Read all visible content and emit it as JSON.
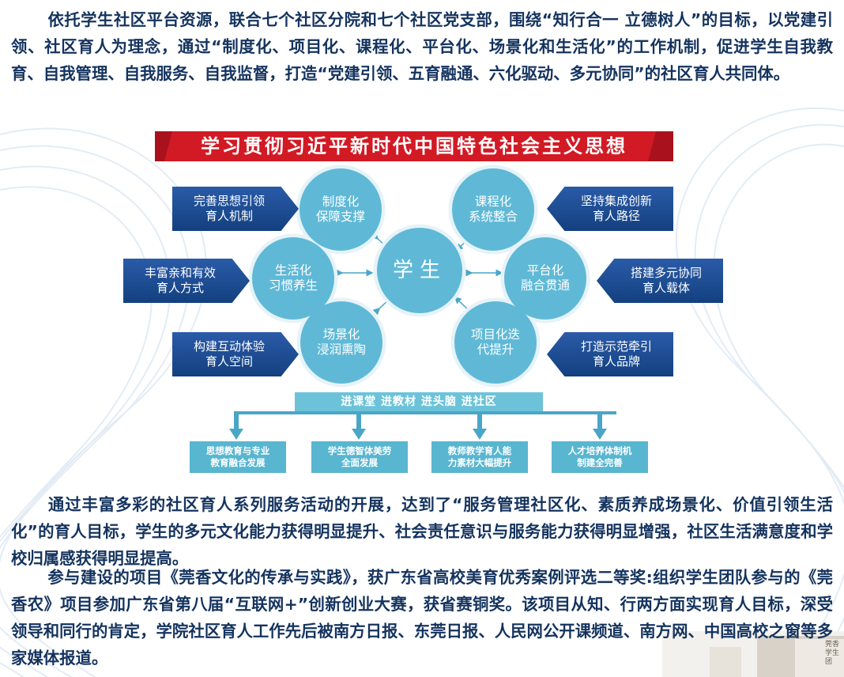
{
  "paragraph1": "依托学生社区平台资源，联合七个社区分院和七个社区党支部，围绕“知行合一  立德树人”的目标，以党建引领、社区育人为理念，通过“制度化、项目化、课程化、平台化、场景化和生活化”的工作机制，促进学生自我教育、自我管理、自我服务、自我监督，打造“党建引领、五育融通、六化驱动、多元协同”的社区育人共同体。",
  "diagram": {
    "banner": "学习贯彻习近平新时代中国特色社会主义思想",
    "center": "学生",
    "circles": [
      {
        "line1": "制度化",
        "line2": "保障支撑"
      },
      {
        "line1": "课程化",
        "line2": "系统整合"
      },
      {
        "line1": "平台化",
        "line2": "融合贯通"
      },
      {
        "line1": "项目化迭",
        "line2": "代提升"
      },
      {
        "line1": "场景化",
        "line2": "浸润熏陶"
      },
      {
        "line1": "生活化",
        "line2": "习惯养生"
      }
    ],
    "arrows": [
      {
        "line1": "完善思想引领",
        "line2": "育人机制"
      },
      {
        "line1": "坚持集成创新",
        "line2": "育人路径"
      },
      {
        "line1": "丰富亲和有效",
        "line2": "育人方式"
      },
      {
        "line1": "搭建多元协同",
        "line2": "育人载体"
      },
      {
        "line1": "构建互动体验",
        "line2": "育人空间"
      },
      {
        "line1": "打造示范牵引",
        "line2": "育人品牌"
      }
    ],
    "bar": "进课堂 进教材 进头脑 进社区",
    "results": [
      {
        "line1": "思想教育与专业",
        "line2": "教育融合发展"
      },
      {
        "line1": "学生德智体美劳",
        "line2": "全面发展"
      },
      {
        "line1": "教师教学育人能",
        "line2": "力素材大幅提升"
      },
      {
        "line1": "人才培养体制机",
        "line2": "制建全完善"
      }
    ],
    "colors": {
      "banner_red": "#d21a25",
      "circle_cyan": "#5fb9d6",
      "arrow_navy": "#1d4b92",
      "text_navy": "#14335e"
    }
  },
  "paragraph2": "通过丰富多彩的社区育人系列服务活动的开展，达到了“服务管理社区化、素质养成场景化、价值引领生活化”的育人目标，学生的多元文化能力获得明显提升、社会责任意识与服务能力获得明显增强，社区生活满意度和学校归属感获得明显提高。",
  "paragraph3": "参与建设的项目《莞香文化的传承与实践》，获广东省高校美育优秀案例评选二等奖:组织学生团队参与的《莞香农》项目参加广东省第八届“互联网+”创新创业大赛，获省赛铜奖。该项目从知、行两方面实现育人目标，深受领导和同行的肯定，学院社区育人工作先后被南方日报、东莞日报、人民网公开课频道、南方网、中国高校之窗等多家媒体报道。",
  "corner_photo_text": {
    "line1": "莞香",
    "line2": "学生团"
  }
}
